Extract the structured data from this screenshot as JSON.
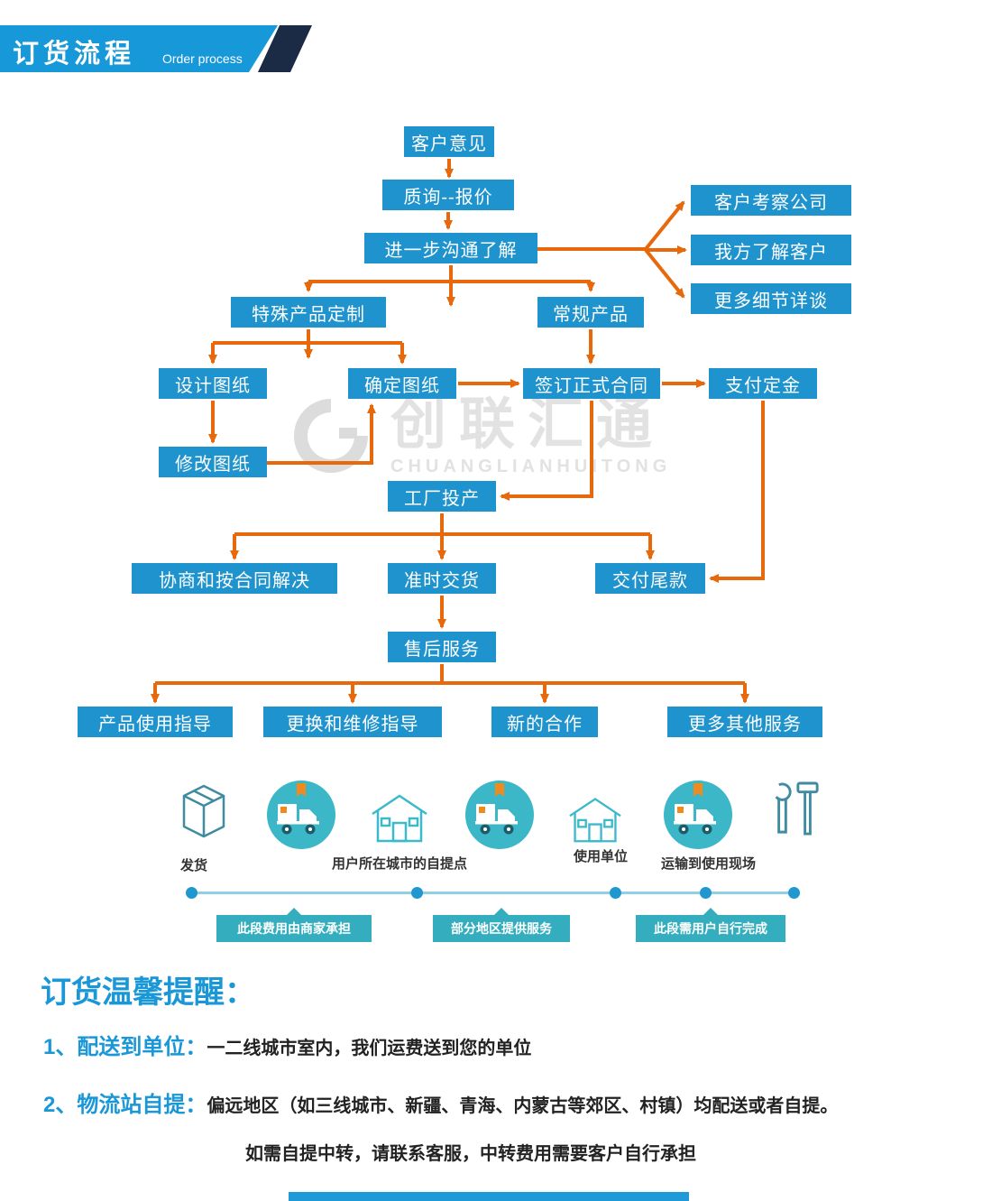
{
  "header": {
    "title": "订货流程",
    "subtitle": "Order process"
  },
  "watermark": {
    "name": "创联汇通",
    "latin": "CHUANGLIANHUITONG"
  },
  "flow": {
    "nodes": [
      {
        "label": "客户意见"
      },
      {
        "label": "质询--报价"
      },
      {
        "label": "进一步沟通了解"
      },
      {
        "label": "客户考察公司"
      },
      {
        "label": "我方了解客户"
      },
      {
        "label": "更多细节详谈"
      },
      {
        "label": "特殊产品定制"
      },
      {
        "label": "常规产品"
      },
      {
        "label": "设计图纸"
      },
      {
        "label": "确定图纸"
      },
      {
        "label": "签订正式合同"
      },
      {
        "label": "支付定金"
      },
      {
        "label": "修改图纸"
      },
      {
        "label": "工厂投产"
      },
      {
        "label": "协商和按合同解决"
      },
      {
        "label": "准时交货"
      },
      {
        "label": "交付尾款"
      },
      {
        "label": "售后服务"
      },
      {
        "label": "产品使用指导"
      },
      {
        "label": "更换和维修指导"
      },
      {
        "label": "新的合作"
      },
      {
        "label": "更多其他服务"
      }
    ]
  },
  "logistics": {
    "labels": [
      "发货",
      "用户所在城市的自提点",
      "使用单位",
      "运输到使用现场"
    ],
    "tags": [
      "此段费用由商家承担",
      "部分地区提供服务",
      "此段需用户自行完成"
    ]
  },
  "notice": {
    "title": "订货温馨提醒：",
    "items": [
      {
        "label": "1、配送到单位：",
        "text": "一二线城市室内，我们运费送到您的单位"
      },
      {
        "label": "2、物流站自提：",
        "text": "偏远地区（如三线城市、新疆、青海、内蒙古等郊区、村镇）均配送或者自提。"
      }
    ],
    "footnote": "如需自提中转，请联系客服，中转费用需要客户自行承担"
  },
  "colors": {
    "accent_blue": "#1a97d6",
    "box_blue": "#1e93cd",
    "arrow_orange": "#e8690b",
    "teal": "#38b6c6",
    "header_dark": "#1b2b45"
  }
}
